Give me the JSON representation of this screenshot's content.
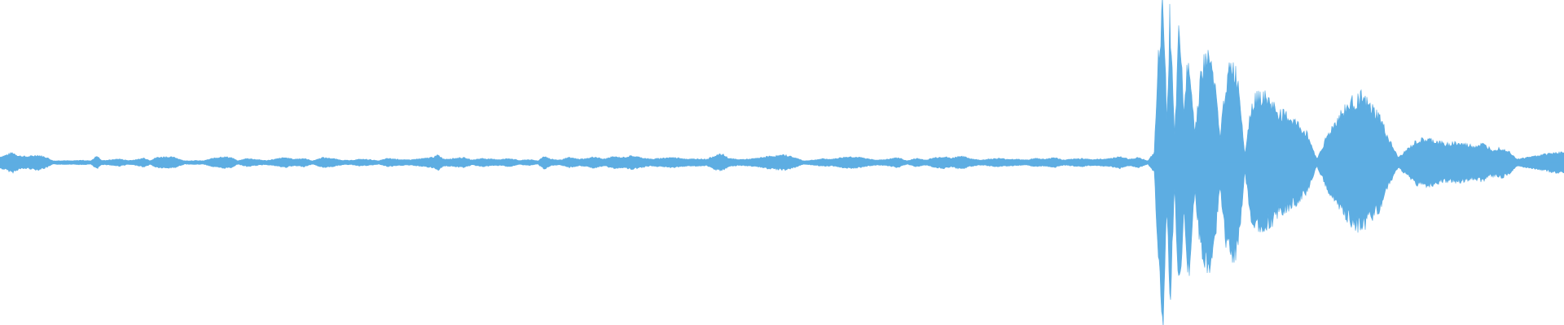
{
  "waveform": {
    "color": "#5dade2",
    "background": "#ffffff",
    "amplitude_range": [
      -1,
      1
    ],
    "duration_fraction_envelope": [
      [
        0.0,
        0.035
      ],
      [
        0.004,
        0.045
      ],
      [
        0.008,
        0.06
      ],
      [
        0.012,
        0.04
      ],
      [
        0.018,
        0.035
      ],
      [
        0.024,
        0.045
      ],
      [
        0.03,
        0.03
      ],
      [
        0.034,
        0.01
      ],
      [
        0.04,
        0.012
      ],
      [
        0.046,
        0.01
      ],
      [
        0.052,
        0.014
      ],
      [
        0.058,
        0.01
      ],
      [
        0.062,
        0.04
      ],
      [
        0.065,
        0.012
      ],
      [
        0.07,
        0.015
      ],
      [
        0.076,
        0.022
      ],
      [
        0.082,
        0.012
      ],
      [
        0.088,
        0.018
      ],
      [
        0.092,
        0.028
      ],
      [
        0.096,
        0.012
      ],
      [
        0.1,
        0.03
      ],
      [
        0.106,
        0.035
      ],
      [
        0.112,
        0.03
      ],
      [
        0.118,
        0.01
      ],
      [
        0.124,
        0.012
      ],
      [
        0.13,
        0.01
      ],
      [
        0.136,
        0.025
      ],
      [
        0.142,
        0.035
      ],
      [
        0.148,
        0.03
      ],
      [
        0.152,
        0.01
      ],
      [
        0.158,
        0.025
      ],
      [
        0.164,
        0.018
      ],
      [
        0.17,
        0.012
      ],
      [
        0.176,
        0.02
      ],
      [
        0.182,
        0.03
      ],
      [
        0.188,
        0.02
      ],
      [
        0.194,
        0.025
      ],
      [
        0.2,
        0.01
      ],
      [
        0.206,
        0.03
      ],
      [
        0.212,
        0.025
      ],
      [
        0.218,
        0.015
      ],
      [
        0.224,
        0.012
      ],
      [
        0.23,
        0.02
      ],
      [
        0.236,
        0.018
      ],
      [
        0.242,
        0.01
      ],
      [
        0.248,
        0.025
      ],
      [
        0.254,
        0.02
      ],
      [
        0.26,
        0.015
      ],
      [
        0.266,
        0.02
      ],
      [
        0.272,
        0.025
      ],
      [
        0.278,
        0.035
      ],
      [
        0.28,
        0.045
      ],
      [
        0.284,
        0.02
      ],
      [
        0.29,
        0.025
      ],
      [
        0.296,
        0.03
      ],
      [
        0.302,
        0.015
      ],
      [
        0.308,
        0.025
      ],
      [
        0.314,
        0.02
      ],
      [
        0.32,
        0.018
      ],
      [
        0.326,
        0.025
      ],
      [
        0.332,
        0.012
      ],
      [
        0.338,
        0.018
      ],
      [
        0.344,
        0.01
      ],
      [
        0.348,
        0.04
      ],
      [
        0.352,
        0.02
      ],
      [
        0.358,
        0.015
      ],
      [
        0.364,
        0.03
      ],
      [
        0.37,
        0.02
      ],
      [
        0.376,
        0.025
      ],
      [
        0.38,
        0.035
      ],
      [
        0.386,
        0.02
      ],
      [
        0.392,
        0.035
      ],
      [
        0.398,
        0.03
      ],
      [
        0.404,
        0.04
      ],
      [
        0.41,
        0.03
      ],
      [
        0.416,
        0.02
      ],
      [
        0.422,
        0.025
      ],
      [
        0.428,
        0.03
      ],
      [
        0.434,
        0.028
      ],
      [
        0.44,
        0.02
      ],
      [
        0.446,
        0.022
      ],
      [
        0.452,
        0.02
      ],
      [
        0.458,
        0.045
      ],
      [
        0.462,
        0.05
      ],
      [
        0.466,
        0.025
      ],
      [
        0.472,
        0.018
      ],
      [
        0.478,
        0.02
      ],
      [
        0.484,
        0.025
      ],
      [
        0.49,
        0.035
      ],
      [
        0.496,
        0.04
      ],
      [
        0.502,
        0.045
      ],
      [
        0.508,
        0.03
      ],
      [
        0.514,
        0.01
      ],
      [
        0.52,
        0.015
      ],
      [
        0.526,
        0.022
      ],
      [
        0.532,
        0.02
      ],
      [
        0.538,
        0.03
      ],
      [
        0.544,
        0.035
      ],
      [
        0.55,
        0.03
      ],
      [
        0.556,
        0.02
      ],
      [
        0.562,
        0.015
      ],
      [
        0.568,
        0.02
      ],
      [
        0.574,
        0.03
      ],
      [
        0.58,
        0.01
      ],
      [
        0.586,
        0.025
      ],
      [
        0.592,
        0.015
      ],
      [
        0.598,
        0.03
      ],
      [
        0.604,
        0.035
      ],
      [
        0.608,
        0.025
      ],
      [
        0.614,
        0.04
      ],
      [
        0.62,
        0.025
      ],
      [
        0.626,
        0.015
      ],
      [
        0.632,
        0.02
      ],
      [
        0.638,
        0.025
      ],
      [
        0.644,
        0.02
      ],
      [
        0.65,
        0.02
      ],
      [
        0.656,
        0.015
      ],
      [
        0.662,
        0.025
      ],
      [
        0.668,
        0.02
      ],
      [
        0.674,
        0.03
      ],
      [
        0.68,
        0.015
      ],
      [
        0.686,
        0.02
      ],
      [
        0.692,
        0.025
      ],
      [
        0.698,
        0.018
      ],
      [
        0.704,
        0.02
      ],
      [
        0.71,
        0.025
      ],
      [
        0.716,
        0.035
      ],
      [
        0.722,
        0.02
      ],
      [
        0.728,
        0.03
      ],
      [
        0.734,
        0.01
      ],
      [
        0.738,
        0.06
      ],
      [
        0.741,
        0.7
      ],
      [
        0.744,
        0.98
      ],
      [
        0.746,
        0.25
      ],
      [
        0.748,
        0.9
      ],
      [
        0.751,
        0.15
      ],
      [
        0.754,
        0.83
      ],
      [
        0.757,
        0.3
      ],
      [
        0.76,
        0.7
      ],
      [
        0.764,
        0.18
      ],
      [
        0.768,
        0.56
      ],
      [
        0.772,
        0.65
      ],
      [
        0.776,
        0.55
      ],
      [
        0.78,
        0.15
      ],
      [
        0.784,
        0.5
      ],
      [
        0.788,
        0.6
      ],
      [
        0.792,
        0.48
      ],
      [
        0.796,
        0.05
      ],
      [
        0.8,
        0.35
      ],
      [
        0.806,
        0.42
      ],
      [
        0.812,
        0.37
      ],
      [
        0.818,
        0.3
      ],
      [
        0.824,
        0.28
      ],
      [
        0.83,
        0.23
      ],
      [
        0.836,
        0.17
      ],
      [
        0.842,
        0.02
      ],
      [
        0.848,
        0.15
      ],
      [
        0.854,
        0.25
      ],
      [
        0.86,
        0.33
      ],
      [
        0.866,
        0.38
      ],
      [
        0.87,
        0.4
      ],
      [
        0.876,
        0.34
      ],
      [
        0.882,
        0.28
      ],
      [
        0.888,
        0.14
      ],
      [
        0.894,
        0.03
      ],
      [
        0.9,
        0.08
      ],
      [
        0.906,
        0.13
      ],
      [
        0.912,
        0.14
      ],
      [
        0.918,
        0.13
      ],
      [
        0.924,
        0.11
      ],
      [
        0.93,
        0.12
      ],
      [
        0.936,
        0.11
      ],
      [
        0.942,
        0.1
      ],
      [
        0.948,
        0.11
      ],
      [
        0.954,
        0.08
      ],
      [
        0.96,
        0.09
      ],
      [
        0.966,
        0.06
      ],
      [
        0.97,
        0.02
      ],
      [
        0.976,
        0.03
      ],
      [
        0.982,
        0.04
      ],
      [
        0.988,
        0.05
      ],
      [
        0.994,
        0.06
      ],
      [
        1.0,
        0.06
      ]
    ]
  }
}
